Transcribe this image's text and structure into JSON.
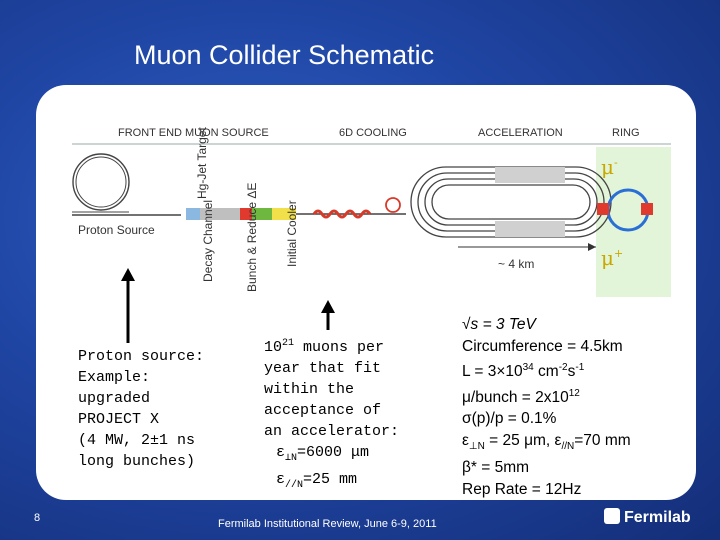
{
  "slide": {
    "title": "Muon Collider Schematic",
    "page_number": "8",
    "footer": "Fermilab Institutional Review, June 6-9, 2011",
    "logo_text": "Fermilab"
  },
  "schematic": {
    "section_front_end": "FRONT END MUON SOURCE",
    "section_cooling": "6D COOLING",
    "section_acceleration": "ACCELERATION",
    "section_ring": "RING",
    "target_label": "Hg-Jet Target",
    "proton_source": "Proton Source",
    "decay_channel": "Decay Channel",
    "bunch_reduce": "Bunch & Reduce ΔE",
    "initial_cooler": "Initial Cooler",
    "scale": "~ 4 km",
    "mu_minus": "μ",
    "mu_plus": "μ",
    "mu_plus_sup": "+",
    "mu_minus_sup": "-"
  },
  "left_box": {
    "line1": "Proton source:",
    "line2": "Example:",
    "line3": "upgraded",
    "line4": "PROJECT X",
    "line5": "(4 MW, 2±1 ns",
    "line6": "long bunches)"
  },
  "middle_box": {
    "l1_base": "10",
    "l1_sup": "21",
    "l1_rest": " muons per",
    "l2": "year that fit",
    "l3": "within the",
    "l4": "acceptance of",
    "l5": "an accelerator:",
    "l6_a": "ε",
    "l6_sub": "⊥N",
    "l6_b": "=6000 μm",
    "l7_a": "ε",
    "l7_sub": "//N",
    "l7_b": "=25 mm"
  },
  "right_box": {
    "r1": "√s = 3 TeV",
    "r2": "Circumference = 4.5km",
    "r3_a": "L = 3×10",
    "r3_sup1": "34",
    "r3_b": " cm",
    "r3_sup2": "-2",
    "r3_c": "s",
    "r3_sup3": "-1",
    "r4_a": "μ/bunch = 2x10",
    "r4_sup": "12",
    "r5": "σ(p)/p = 0.1%",
    "r6_a": "ε",
    "r6_sub1": "⊥N",
    "r6_b": " = 25 μm, ε",
    "r6_sub2": "//N",
    "r6_c": "=70 mm",
    "r7": "β* = 5mm",
    "r8": "Rep Rate = 12Hz"
  },
  "colors": {
    "background": "#1f45a3",
    "ring_bg": "#e3f5d8",
    "channel_gray": "#bfbfbf",
    "channel_red": "#e03a2f",
    "channel_green": "#6fb83f",
    "channel_yellow": "#f2e04a",
    "cooling_red": "#d83a2a",
    "ring_blue": "#2a6fd6"
  }
}
